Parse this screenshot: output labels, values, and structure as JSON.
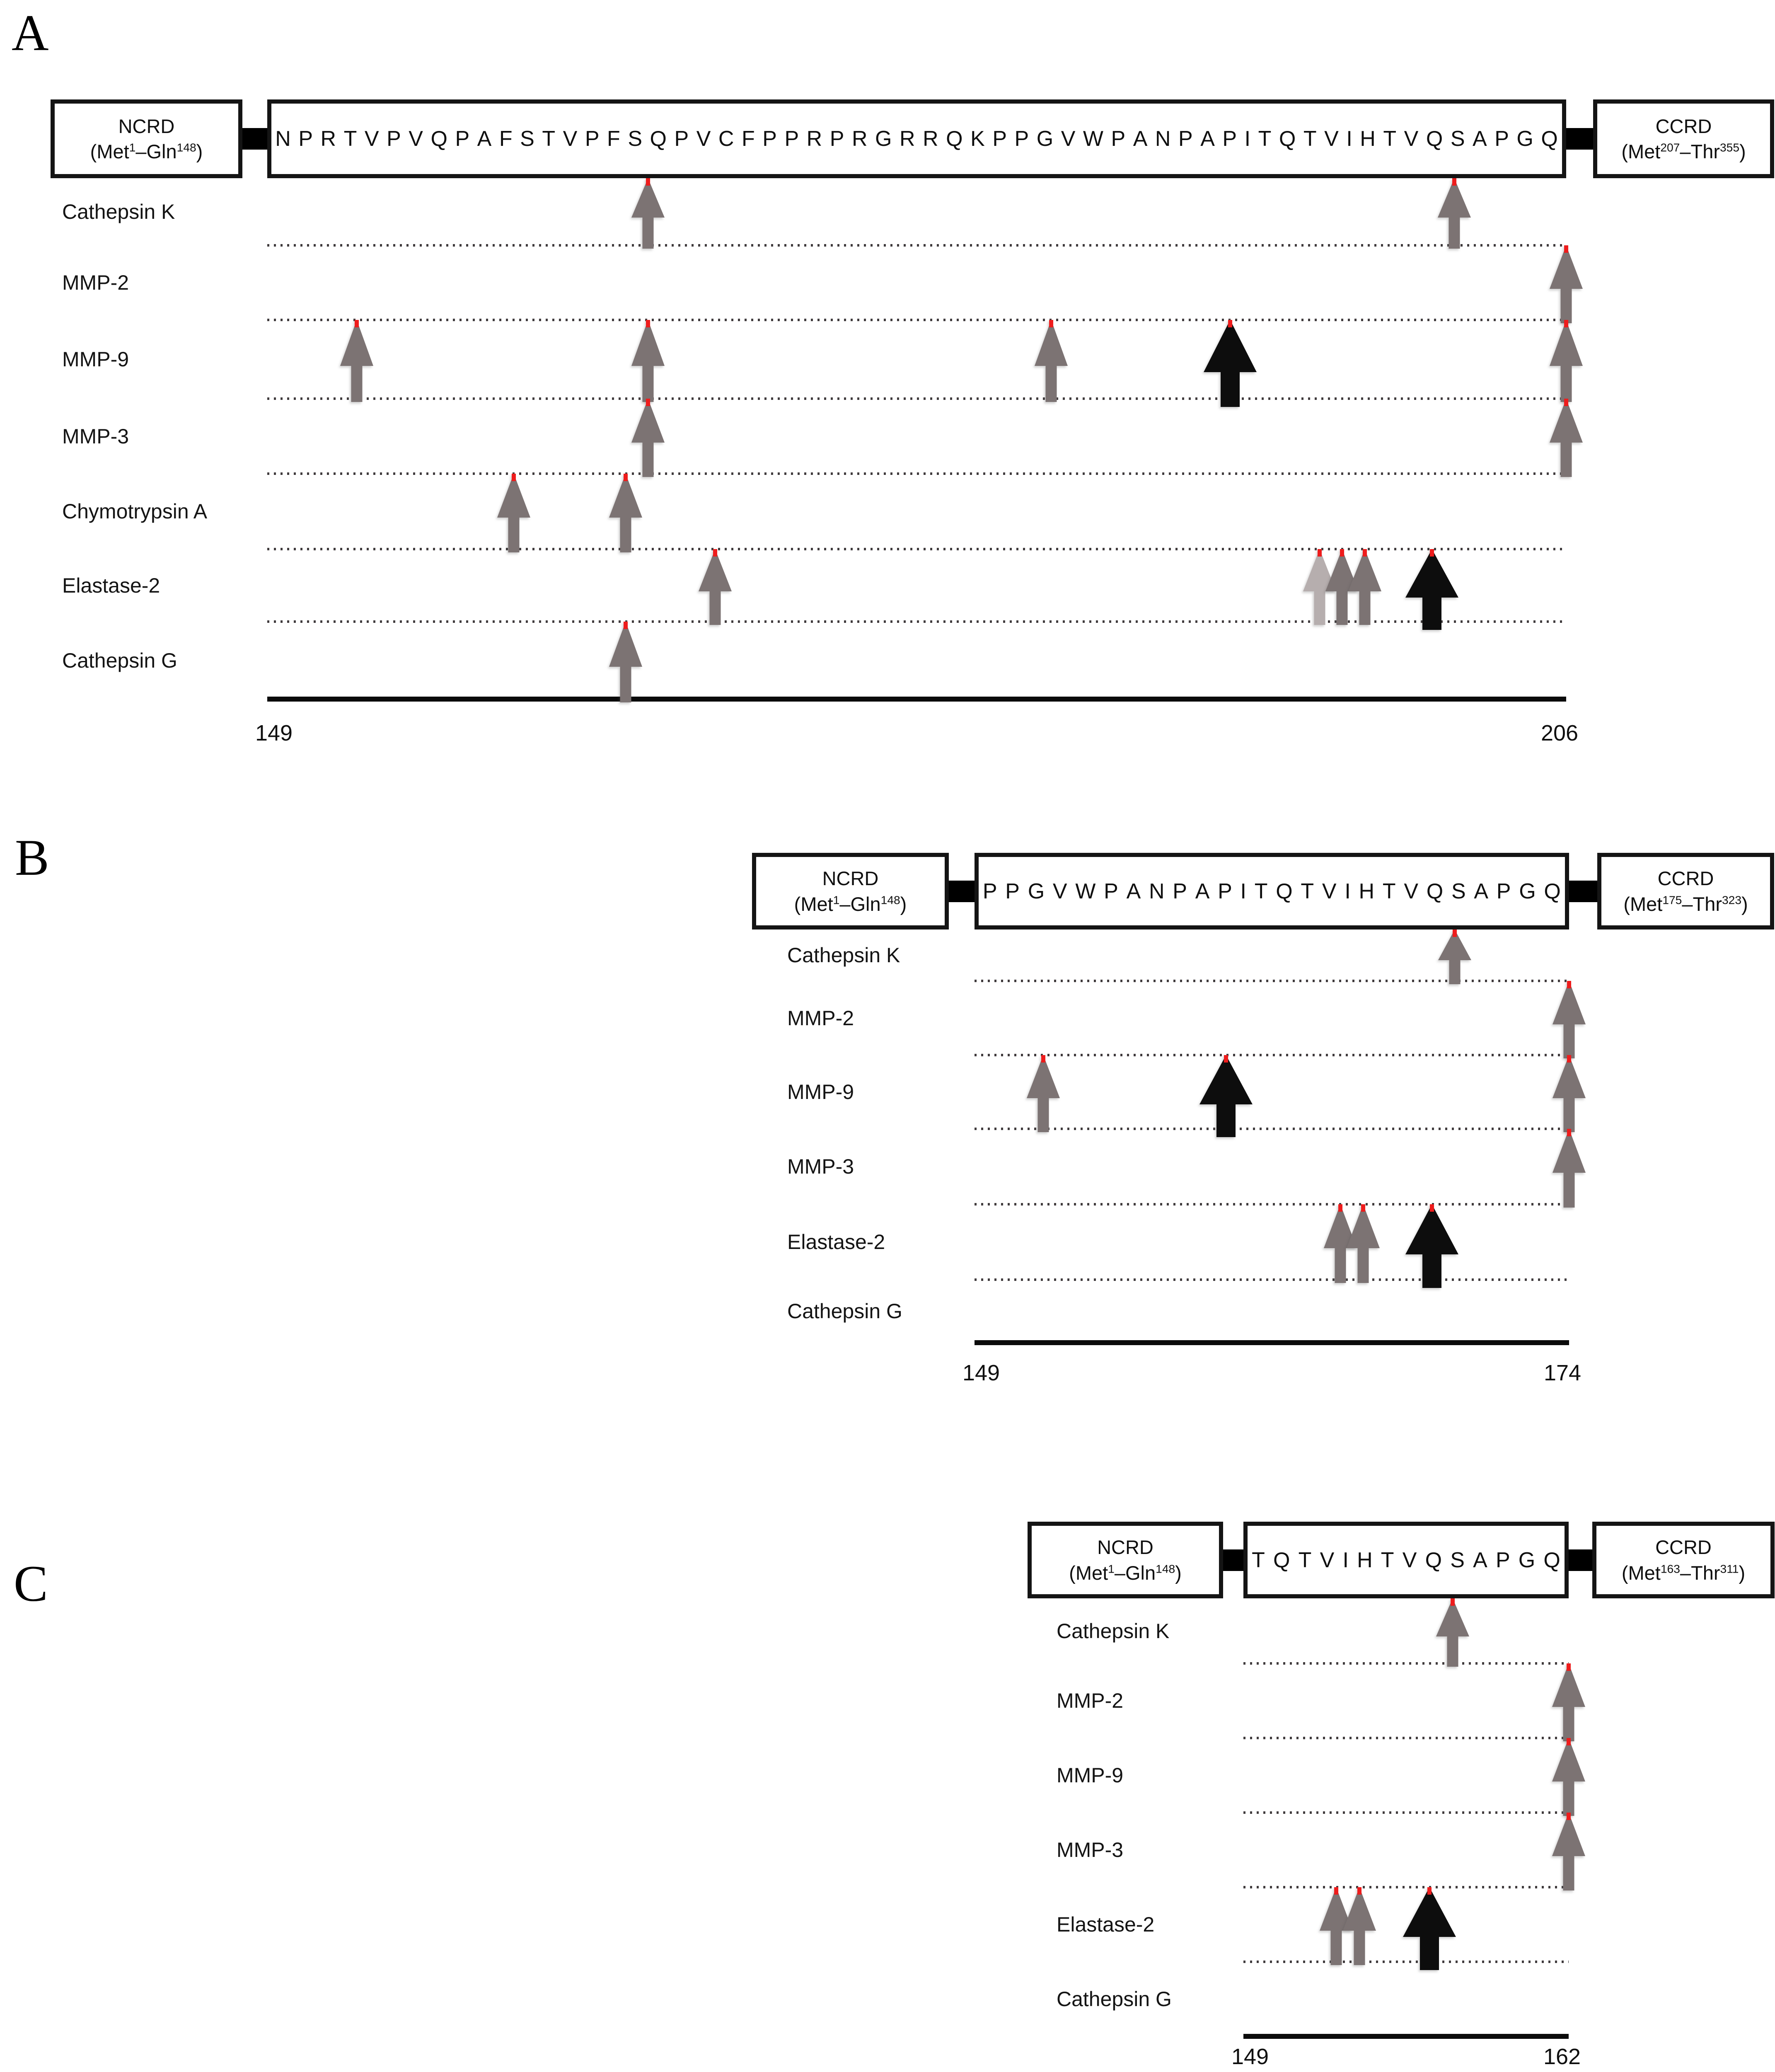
{
  "figure": {
    "colors": {
      "arrow_gray": "#7c7373",
      "arrow_light_gray": "#b6aeae",
      "arrow_black": "#0d0d0d",
      "cleavage_tick_red": "#ee1c1c"
    },
    "panels": [
      {
        "id": "A",
        "letter": "A",
        "ncrd": {
          "title": "NCRD",
          "range": {
            "pre": "(Met",
            "sup_start": "1",
            "mid": "–Gln",
            "sup_end": "148",
            "post": ")"
          }
        },
        "ccrd": {
          "title": "CCRD",
          "range": {
            "pre": "(Met",
            "sup_start": "207",
            "mid": "–Thr",
            "sup_end": "355",
            "post": ")"
          }
        },
        "sequence": "NPRTVPVQPAFSTVPFSQPVCFPPRPRGRRQKPPGVWPANPAPITQTVIHTVQSAPGQ",
        "axis": {
          "start": "149",
          "end": "206"
        },
        "rows": [
          {
            "name": "Cathepsin K",
            "arrows": [
              {
                "at": 17,
                "color": "gray"
              },
              {
                "at": 53,
                "color": "gray"
              }
            ]
          },
          {
            "name": "MMP-2",
            "arrows": [
              {
                "at": 58,
                "color": "gray"
              }
            ]
          },
          {
            "name": "MMP-9",
            "arrows": [
              {
                "at": 4,
                "color": "gray"
              },
              {
                "at": 17,
                "color": "gray"
              },
              {
                "at": 35,
                "color": "gray"
              },
              {
                "at": 43,
                "color": "black"
              },
              {
                "at": 58,
                "color": "gray"
              }
            ]
          },
          {
            "name": "MMP-3",
            "arrows": [
              {
                "at": 17,
                "color": "gray"
              },
              {
                "at": 58,
                "color": "gray"
              }
            ]
          },
          {
            "name": "Chymotrypsin A",
            "arrows": [
              {
                "at": 11,
                "color": "gray"
              },
              {
                "at": 16,
                "color": "gray"
              }
            ]
          },
          {
            "name": "Elastase-2",
            "arrows": [
              {
                "at": 20,
                "color": "gray"
              },
              {
                "at": 47,
                "color": "light"
              },
              {
                "at": 48,
                "color": "gray"
              },
              {
                "at": 49,
                "color": "gray"
              },
              {
                "at": 52,
                "color": "black"
              }
            ]
          },
          {
            "name": "Cathepsin G",
            "arrows": [
              {
                "at": 16,
                "color": "gray"
              }
            ]
          }
        ]
      },
      {
        "id": "B",
        "letter": "B",
        "ncrd": {
          "title": "NCRD",
          "range": {
            "pre": "(Met",
            "sup_start": "1",
            "mid": "–Gln",
            "sup_end": "148",
            "post": ")"
          }
        },
        "ccrd": {
          "title": "CCRD",
          "range": {
            "pre": "(Met",
            "sup_start": "175",
            "mid": "–Thr",
            "sup_end": "323",
            "post": ")"
          }
        },
        "sequence": "PPGVWPANPAPITQTVIHTVQSAPGQ",
        "axis": {
          "start": "149",
          "end": "174"
        },
        "rows": [
          {
            "name": "Cathepsin K",
            "arrows": [
              {
                "at": 21,
                "color": "gray"
              }
            ]
          },
          {
            "name": "MMP-2",
            "arrows": [
              {
                "at": 26,
                "color": "gray"
              }
            ]
          },
          {
            "name": "MMP-9",
            "arrows": [
              {
                "at": 3,
                "color": "gray"
              },
              {
                "at": 11,
                "color": "black"
              },
              {
                "at": 26,
                "color": "gray"
              }
            ]
          },
          {
            "name": "MMP-3",
            "arrows": [
              {
                "at": 26,
                "color": "gray"
              }
            ]
          },
          {
            "name": "Elastase-2",
            "arrows": [
              {
                "at": 16,
                "color": "gray"
              },
              {
                "at": 17,
                "color": "gray"
              },
              {
                "at": 20,
                "color": "black"
              }
            ]
          },
          {
            "name": "Cathepsin G",
            "arrows": []
          }
        ]
      },
      {
        "id": "C",
        "letter": "C",
        "ncrd": {
          "title": "NCRD",
          "range": {
            "pre": "(Met",
            "sup_start": "1",
            "mid": "–Gln",
            "sup_end": "148",
            "post": ")"
          }
        },
        "ccrd": {
          "title": "CCRD",
          "range": {
            "pre": "(Met",
            "sup_start": "163",
            "mid": "–Thr",
            "sup_end": "311",
            "post": ")"
          }
        },
        "sequence": "TQTVIHTVQSAPGQ",
        "axis": {
          "start": "149",
          "end": "162"
        },
        "rows": [
          {
            "name": "Cathepsin K",
            "arrows": [
              {
                "at": 9,
                "color": "gray"
              }
            ]
          },
          {
            "name": "MMP-2",
            "arrows": [
              {
                "at": 14,
                "color": "gray"
              }
            ]
          },
          {
            "name": "MMP-9",
            "arrows": [
              {
                "at": 14,
                "color": "gray"
              }
            ]
          },
          {
            "name": "MMP-3",
            "arrows": [
              {
                "at": 14,
                "color": "gray"
              }
            ]
          },
          {
            "name": "Elastase-2",
            "arrows": [
              {
                "at": 4,
                "color": "gray"
              },
              {
                "at": 5,
                "color": "gray"
              },
              {
                "at": 8,
                "color": "black"
              }
            ]
          },
          {
            "name": "Cathepsin G",
            "arrows": []
          }
        ]
      }
    ]
  }
}
